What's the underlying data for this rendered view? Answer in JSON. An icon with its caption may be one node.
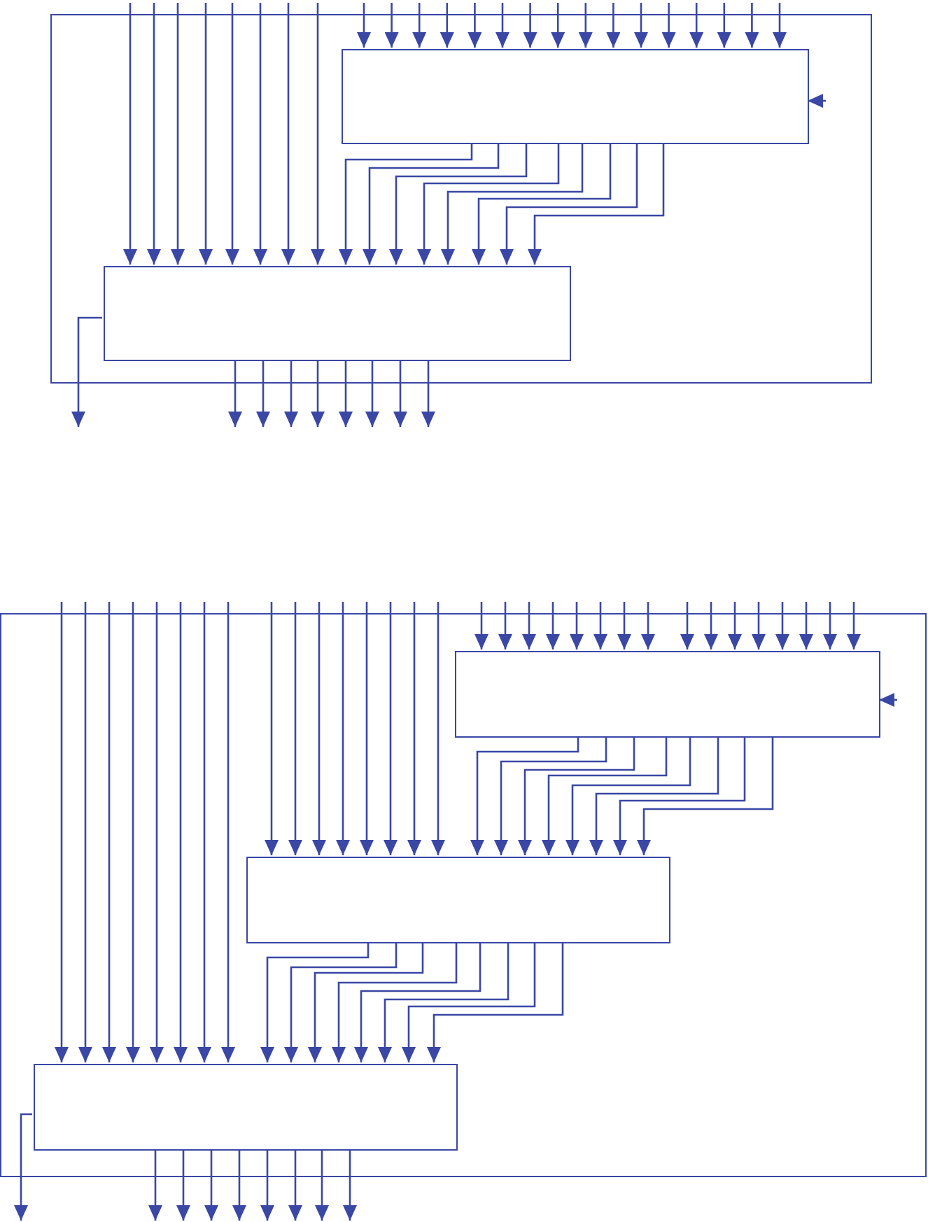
{
  "diagram": {
    "nodes": [
      {
        "text": [],
        "shape": "box"
      },
      {
        "text": [],
        "shape": "box",
        "in": 0
      },
      {
        "text": [],
        "shape": "box",
        "in": 0
      },
      {
        "text": [],
        "shape": "box"
      },
      {
        "text": [],
        "shape": "box",
        "in": 3
      },
      {
        "text": [],
        "shape": "box",
        "in": 3
      },
      {
        "text": [],
        "shape": "box",
        "in": 3
      }
    ],
    "edges": [
      {
        "from": null,
        "to": 1,
        "arrow": "to"
      },
      {
        "from": null,
        "to": 1,
        "arrow": "to"
      },
      {
        "from": null,
        "to": 1,
        "arrow": "to"
      },
      {
        "from": null,
        "to": 1,
        "arrow": "to"
      },
      {
        "from": null,
        "to": 1,
        "arrow": "to"
      },
      {
        "from": null,
        "to": 1,
        "arrow": "to"
      },
      {
        "from": null,
        "to": 1,
        "arrow": "to"
      },
      {
        "from": null,
        "to": 1,
        "arrow": "to"
      },
      {
        "from": null,
        "to": 1,
        "arrow": "to"
      },
      {
        "from": null,
        "to": 1,
        "arrow": "to"
      },
      {
        "from": null,
        "to": 1,
        "arrow": "to"
      },
      {
        "from": null,
        "to": 1,
        "arrow": "to"
      },
      {
        "from": null,
        "to": 1,
        "arrow": "to"
      },
      {
        "from": null,
        "to": 1,
        "arrow": "to"
      },
      {
        "from": null,
        "to": 1,
        "arrow": "to"
      },
      {
        "from": null,
        "to": 1,
        "arrow": "to"
      },
      {
        "from": null,
        "to": 1,
        "arrow": "to"
      },
      {
        "from": null,
        "to": 2,
        "arrow": "to"
      },
      {
        "from": null,
        "to": 2,
        "arrow": "to"
      },
      {
        "from": null,
        "to": 2,
        "arrow": "to"
      },
      {
        "from": null,
        "to": 2,
        "arrow": "to"
      },
      {
        "from": null,
        "to": 2,
        "arrow": "to"
      },
      {
        "from": null,
        "to": 2,
        "arrow": "to"
      },
      {
        "from": null,
        "to": 2,
        "arrow": "to"
      },
      {
        "from": null,
        "to": 2,
        "arrow": "to"
      },
      {
        "from": 1,
        "to": 2,
        "arrow": "to"
      },
      {
        "from": 1,
        "to": 2,
        "arrow": "to"
      },
      {
        "from": 1,
        "to": 2,
        "arrow": "to"
      },
      {
        "from": 1,
        "to": 2,
        "arrow": "to"
      },
      {
        "from": 1,
        "to": 2,
        "arrow": "to"
      },
      {
        "from": 1,
        "to": 2,
        "arrow": "to"
      },
      {
        "from": 1,
        "to": 2,
        "arrow": "to"
      },
      {
        "from": 1,
        "to": 2,
        "arrow": "to"
      },
      {
        "from": 2,
        "to": null,
        "arrow": "to"
      },
      {
        "from": 2,
        "to": null,
        "arrow": "to"
      },
      {
        "from": 2,
        "to": null,
        "arrow": "to"
      },
      {
        "from": 2,
        "to": null,
        "arrow": "to"
      },
      {
        "from": 2,
        "to": null,
        "arrow": "to"
      },
      {
        "from": 2,
        "to": null,
        "arrow": "to"
      },
      {
        "from": 2,
        "to": null,
        "arrow": "to"
      },
      {
        "from": 2,
        "to": null,
        "arrow": "to"
      },
      {
        "from": 2,
        "to": null,
        "arrow": "to"
      },
      {
        "from": null,
        "to": 4,
        "arrow": "to"
      },
      {
        "from": null,
        "to": 4,
        "arrow": "to"
      },
      {
        "from": null,
        "to": 4,
        "arrow": "to"
      },
      {
        "from": null,
        "to": 4,
        "arrow": "to"
      },
      {
        "from": null,
        "to": 4,
        "arrow": "to"
      },
      {
        "from": null,
        "to": 4,
        "arrow": "to"
      },
      {
        "from": null,
        "to": 4,
        "arrow": "to"
      },
      {
        "from": null,
        "to": 4,
        "arrow": "to"
      },
      {
        "from": null,
        "to": 4,
        "arrow": "to"
      },
      {
        "from": null,
        "to": 4,
        "arrow": "to"
      },
      {
        "from": null,
        "to": 4,
        "arrow": "to"
      },
      {
        "from": null,
        "to": 4,
        "arrow": "to"
      },
      {
        "from": null,
        "to": 4,
        "arrow": "to"
      },
      {
        "from": null,
        "to": 4,
        "arrow": "to"
      },
      {
        "from": null,
        "to": 4,
        "arrow": "to"
      },
      {
        "from": null,
        "to": 4,
        "arrow": "to"
      },
      {
        "from": null,
        "to": 4,
        "arrow": "to"
      },
      {
        "from": null,
        "to": 5,
        "arrow": "to"
      },
      {
        "from": null,
        "to": 5,
        "arrow": "to"
      },
      {
        "from": null,
        "to": 5,
        "arrow": "to"
      },
      {
        "from": null,
        "to": 5,
        "arrow": "to"
      },
      {
        "from": null,
        "to": 5,
        "arrow": "to"
      },
      {
        "from": null,
        "to": 5,
        "arrow": "to"
      },
      {
        "from": null,
        "to": 5,
        "arrow": "to"
      },
      {
        "from": null,
        "to": 5,
        "arrow": "to"
      },
      {
        "from": 4,
        "to": 5,
        "arrow": "to"
      },
      {
        "from": 4,
        "to": 5,
        "arrow": "to"
      },
      {
        "from": 4,
        "to": 5,
        "arrow": "to"
      },
      {
        "from": 4,
        "to": 5,
        "arrow": "to"
      },
      {
        "from": 4,
        "to": 5,
        "arrow": "to"
      },
      {
        "from": 4,
        "to": 5,
        "arrow": "to"
      },
      {
        "from": 4,
        "to": 5,
        "arrow": "to"
      },
      {
        "from": 4,
        "to": 5,
        "arrow": "to"
      },
      {
        "from": null,
        "to": 6,
        "arrow": "to"
      },
      {
        "from": null,
        "to": 6,
        "arrow": "to"
      },
      {
        "from": null,
        "to": 6,
        "arrow": "to"
      },
      {
        "from": null,
        "to": 6,
        "arrow": "to"
      },
      {
        "from": null,
        "to": 6,
        "arrow": "to"
      },
      {
        "from": null,
        "to": 6,
        "arrow": "to"
      },
      {
        "from": null,
        "to": 6,
        "arrow": "to"
      },
      {
        "from": null,
        "to": 6,
        "arrow": "to"
      },
      {
        "from": 5,
        "to": 6,
        "arrow": "to"
      },
      {
        "from": 5,
        "to": 6,
        "arrow": "to"
      },
      {
        "from": 5,
        "to": 6,
        "arrow": "to"
      },
      {
        "from": 5,
        "to": 6,
        "arrow": "to"
      },
      {
        "from": 5,
        "to": 6,
        "arrow": "to"
      },
      {
        "from": 5,
        "to": 6,
        "arrow": "to"
      },
      {
        "from": 5,
        "to": 6,
        "arrow": "to"
      },
      {
        "from": 5,
        "to": 6,
        "arrow": "to"
      },
      {
        "from": 6,
        "to": null,
        "arrow": "to"
      },
      {
        "from": 6,
        "to": null,
        "arrow": "to"
      },
      {
        "from": 6,
        "to": null,
        "arrow": "to"
      },
      {
        "from": 6,
        "to": null,
        "arrow": "to"
      },
      {
        "from": 6,
        "to": null,
        "arrow": "to"
      },
      {
        "from": 6,
        "to": null,
        "arrow": "to"
      },
      {
        "from": 6,
        "to": null,
        "arrow": "to"
      },
      {
        "from": 6,
        "to": null,
        "arrow": "to"
      },
      {
        "from": 6,
        "to": null,
        "arrow": "to"
      }
    ]
  }
}
